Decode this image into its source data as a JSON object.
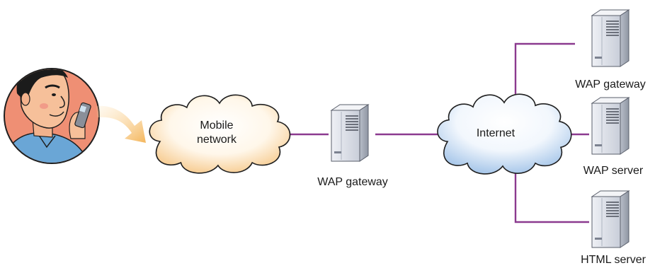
{
  "diagram": {
    "mobile_network_line1": "Mobile",
    "mobile_network_line2": "network",
    "wap_gateway_center": "WAP gateway",
    "internet": "Internet",
    "wap_gateway_right": "WAP gateway",
    "wap_server": "WAP server",
    "html_server": "HTML server"
  },
  "colors": {
    "connector": "#8b3a8f",
    "cloud_fill": "#ffffff",
    "mobile_cloud_shade": "#f6c889",
    "internet_cloud_shade": "#a9c8ea",
    "server_body": "#d9dde6",
    "avatar_bg": "#ef8f74",
    "arrow": "#f4b65c"
  },
  "icons": [
    "person-with-phone-icon",
    "arrow-icon",
    "cloud-icon",
    "server-icon"
  ]
}
